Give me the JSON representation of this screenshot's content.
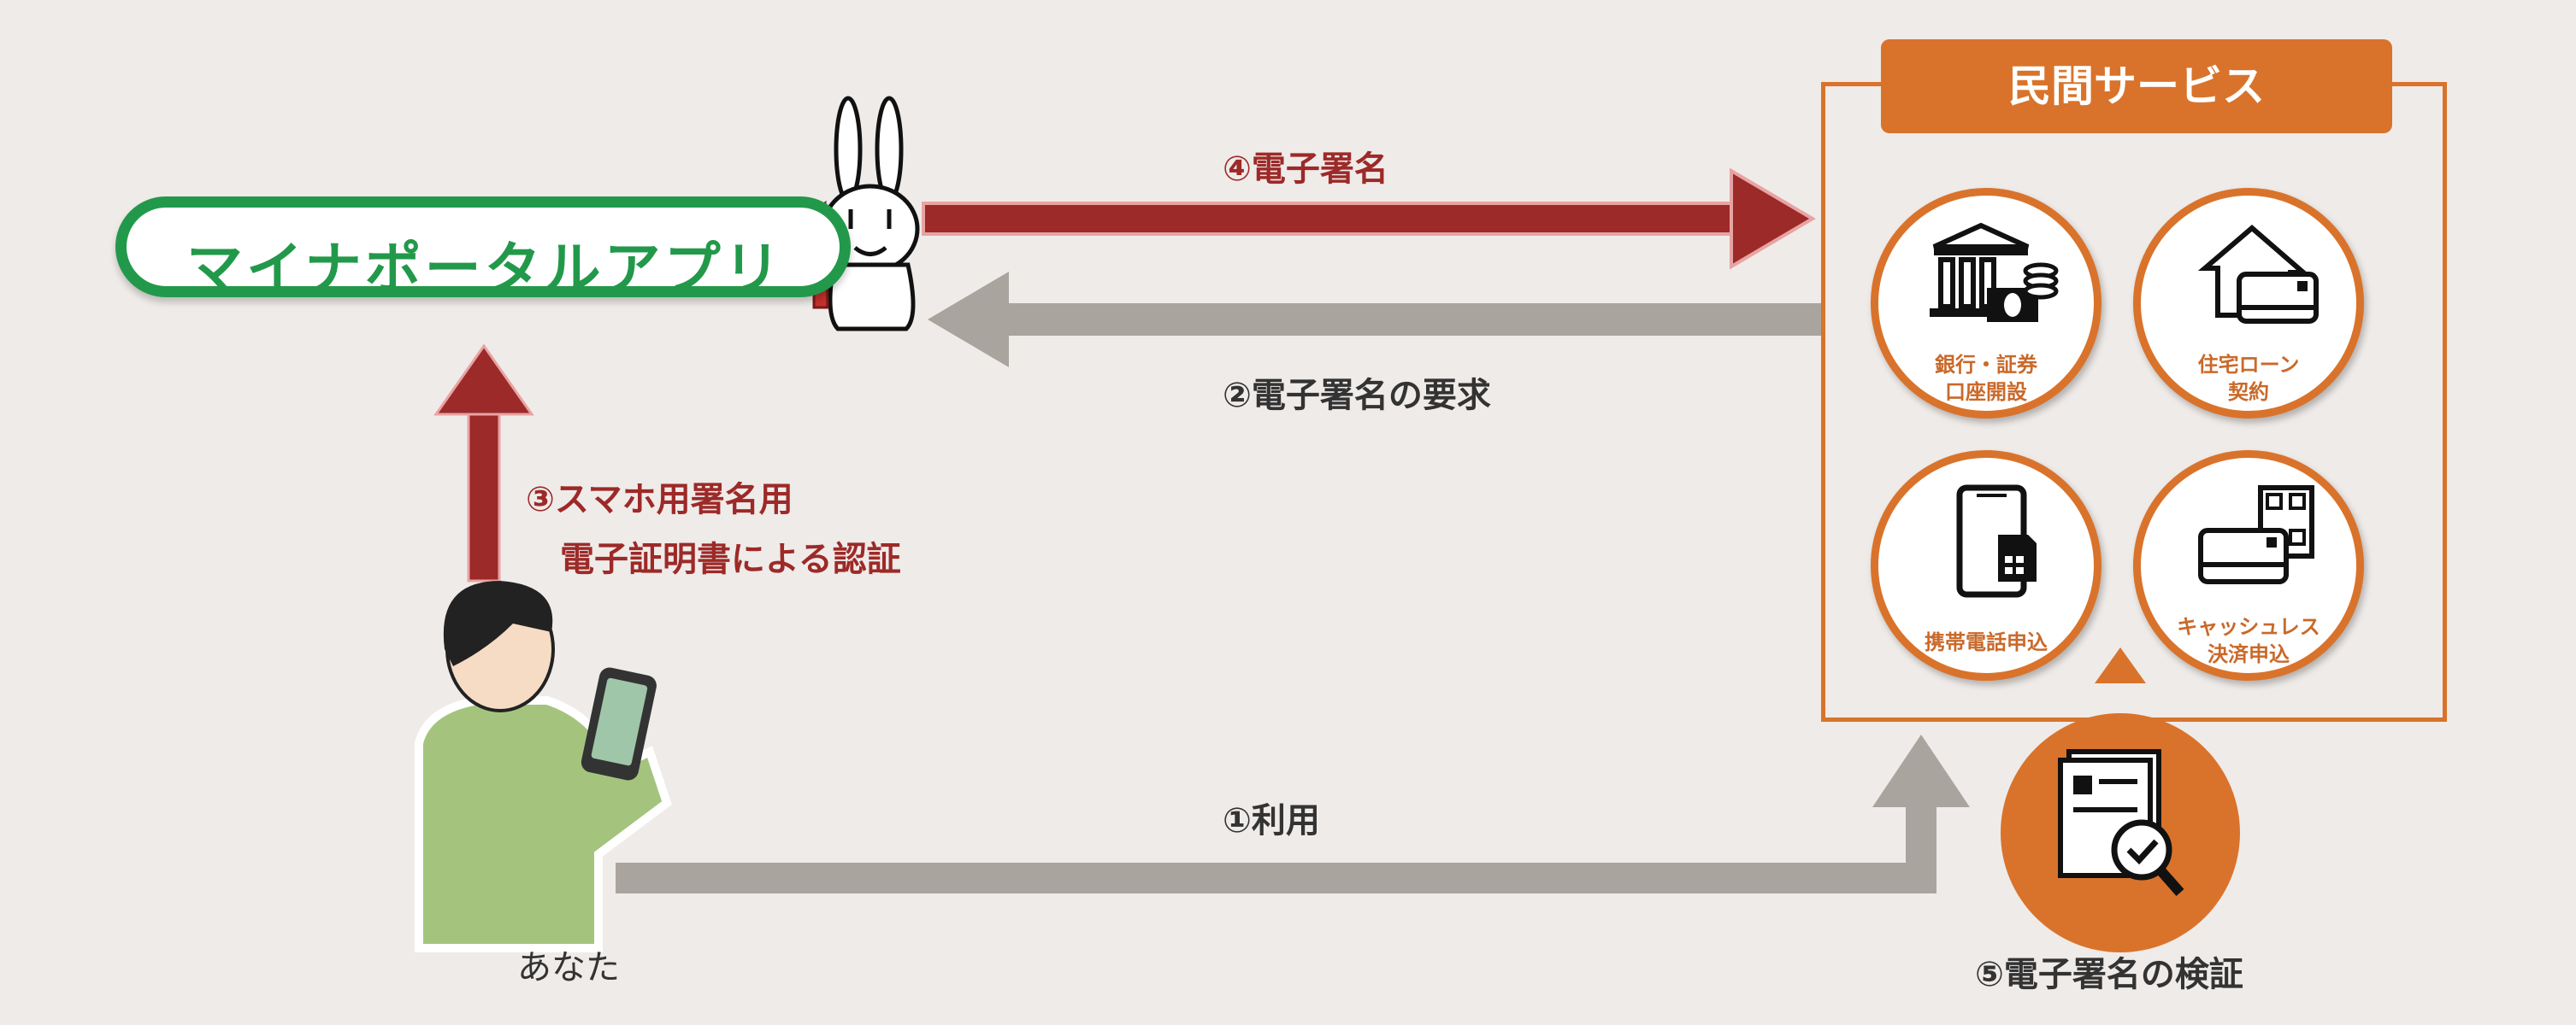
{
  "app": {
    "title": "マイナポータルアプリ"
  },
  "steps": {
    "step1": "①利用",
    "step2": "②電子署名の要求",
    "step3_line1": "③スマホ用署名用",
    "step3_line2": "電子証明書による認証",
    "step4": "④電子署名",
    "step5": "⑤電子署名の検証"
  },
  "user": {
    "label": "あなた"
  },
  "services": {
    "title": "民間サービス",
    "items": [
      {
        "line1": "銀行・証券",
        "line2": "口座開設",
        "icon": "bank-icon"
      },
      {
        "line1": "住宅ローン",
        "line2": "契約",
        "icon": "house-card-icon"
      },
      {
        "line1": "携帯電話申込",
        "line2": "",
        "icon": "smartphone-sim-icon"
      },
      {
        "line1": "キャッシュレス",
        "line2": "決済申込",
        "icon": "card-qr-icon"
      }
    ]
  },
  "colors": {
    "red": "#9c2a28",
    "gray": "#aaa49e",
    "orange": "#d9732b",
    "green": "#22994a",
    "background": "#efebe9"
  }
}
